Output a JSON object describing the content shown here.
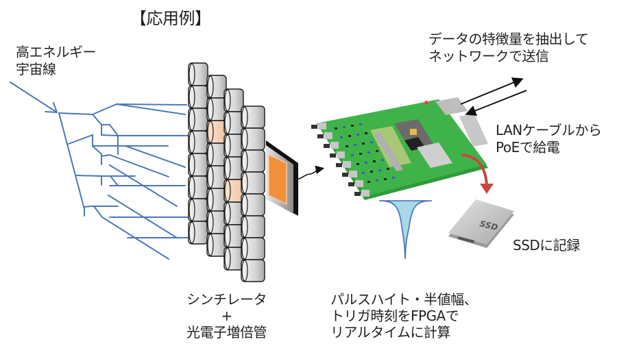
{
  "title": "【応用例】",
  "labels": {
    "cosmic_ray": "高エネルギー\n宇宙線",
    "network": "データの特徴量を抽出して\nネットワークで送信",
    "poe": "LANケーブルから\nPoEで給電",
    "ssd": "SSDに記録",
    "ssd_badge": "SSD",
    "scintillator": "シンチレータ\n+\n光電子増倍管",
    "fpga": "パルスハイト・半値幅、\nトリガ時刻をFPGAで\nリアルタイムに計算"
  },
  "icons": {
    "shower": "cosmic-ray-shower-icon",
    "detector": "scintillator-pmt-array-icon",
    "board": "fpga-circuit-board-icon",
    "pulse": "pulse-waveform-icon",
    "ssd": "ssd-drive-icon"
  },
  "colors": {
    "shower": "#4a78b8",
    "cylinder": "#d4d4d4",
    "highlight": "#f7d2b4",
    "window": "#f0913a",
    "pcb": "#3aa843",
    "arrow_red": "#c9473d",
    "pulse_fill": "#a9d8e6",
    "pulse_stroke": "#3f6db8"
  }
}
